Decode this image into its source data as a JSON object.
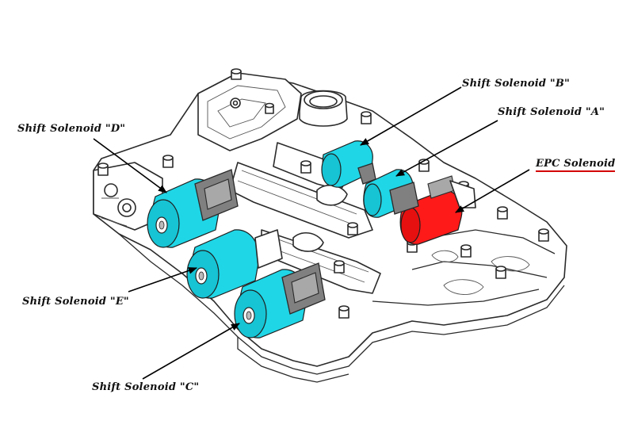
{
  "labels": {
    "shift_b": "Shift Solenoid \"B\"",
    "shift_a": "Shift Solenoid \"A\"",
    "epc": "EPC Solenoid",
    "shift_d": "Shift Solenoid \"D\"",
    "shift_e": "Shift Solenoid \"E\"",
    "shift_c": "Shift Solenoid \"C\""
  },
  "colors": {
    "shift_solenoid": "#1fd6e6",
    "epc_solenoid": "#ff1a1a",
    "epc_underline": "#d40000",
    "connector": "#7a7a7a",
    "outline": "#222222"
  }
}
